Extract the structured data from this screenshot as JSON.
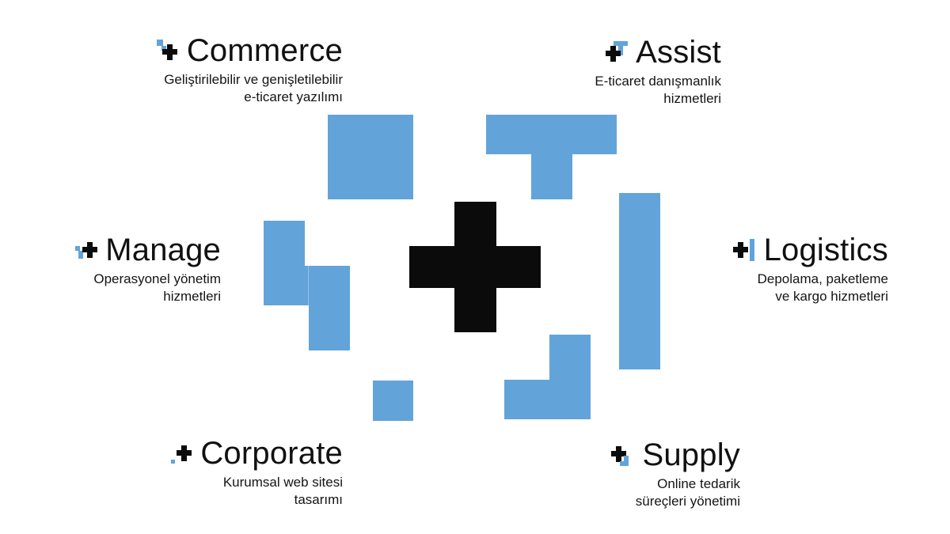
{
  "colors": {
    "accent": "#62A4D9",
    "dark": "#0B0B0B",
    "background": "#FFFFFF"
  },
  "services": {
    "commerce": {
      "name": "Commerce",
      "desc": "Geliştirilebilir ve genişletilebilir\ne-ticaret yazılımı",
      "icon": "commerce-logo-icon"
    },
    "assist": {
      "name": "Assist",
      "desc": "E-ticaret danışmanlık\nhizmetleri",
      "icon": "assist-logo-icon"
    },
    "manage": {
      "name": "Manage",
      "desc": "Operasyonel yönetim\nhizmetleri",
      "icon": "manage-logo-icon"
    },
    "logistics": {
      "name": "Logistics",
      "desc": "Depolama, paketleme\nve kargo hizmetleri",
      "icon": "logistics-logo-icon"
    },
    "corporate": {
      "name": "Corporate",
      "desc": "Kurumsal web sitesi\ntasarımı",
      "icon": "corporate-logo-icon"
    },
    "supply": {
      "name": "Supply",
      "desc": "Online tedarik\nsüreçleri yönetimi",
      "icon": "supply-logo-icon"
    }
  }
}
